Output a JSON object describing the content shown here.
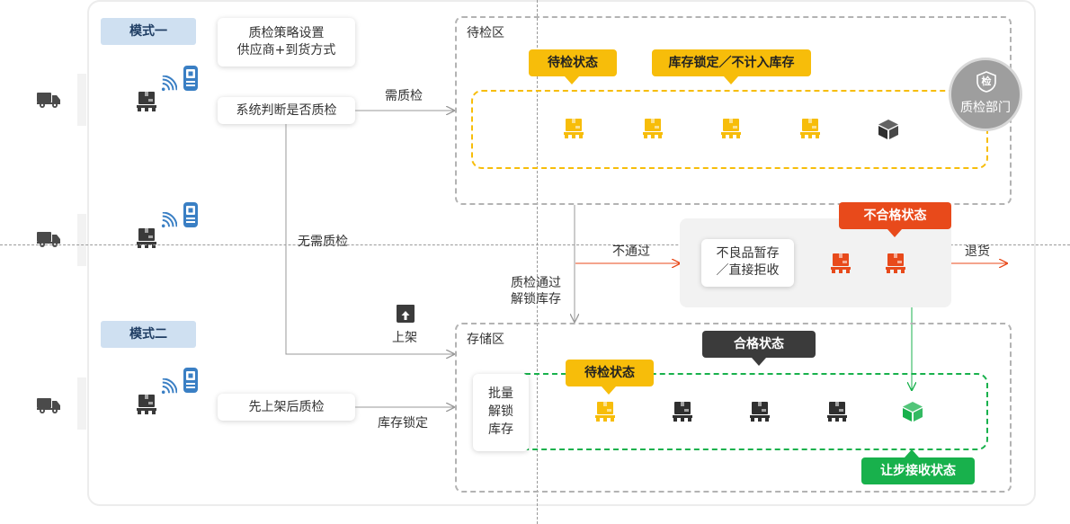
{
  "modes": {
    "mode1": "模式一",
    "mode2": "模式二"
  },
  "cards": {
    "strategy_line1": "质检策略设置",
    "strategy_line2": "供应商+到货方式",
    "system_judge": "系统判断是否质检",
    "shelve_first": "先上架后质检",
    "reject_line1": "不良品暂存",
    "reject_line2": "／直接拒收",
    "batch_l1": "批量",
    "batch_l2": "解锁",
    "batch_l3": "库存"
  },
  "zones": {
    "pending": "待检区",
    "storage": "存储区"
  },
  "tags": {
    "pending_status_top": "待检状态",
    "locked_status": "库存锁定／不计入库存",
    "unqualified_status": "不合格状态",
    "qualified_status": "合格状态",
    "pending_status_bottom": "待检状态",
    "concession_status": "让步接收状态"
  },
  "dept": {
    "badge": "检",
    "label": "质检部门"
  },
  "labels": {
    "need_qc": "需质检",
    "no_qc": "无需质检",
    "shelve": "上架",
    "fail": "不通过",
    "return": "退货",
    "pass_line1": "质检通过",
    "pass_line2": "解锁库存",
    "inventory_lock": "库存锁定"
  },
  "colors": {
    "yellow": "#f7bd0a",
    "red": "#e84a1b",
    "dark": "#3b3b3b",
    "green": "#18b14c",
    "mode_bg": "#cfe0f1"
  },
  "icons": {
    "truck": "truck-icon",
    "pallet_box": "pallet-box-icon",
    "wifi": "wifi-signal-icon",
    "scanner": "handheld-scanner-icon",
    "cube": "cube-icon",
    "shelve": "shelve-up-icon"
  }
}
